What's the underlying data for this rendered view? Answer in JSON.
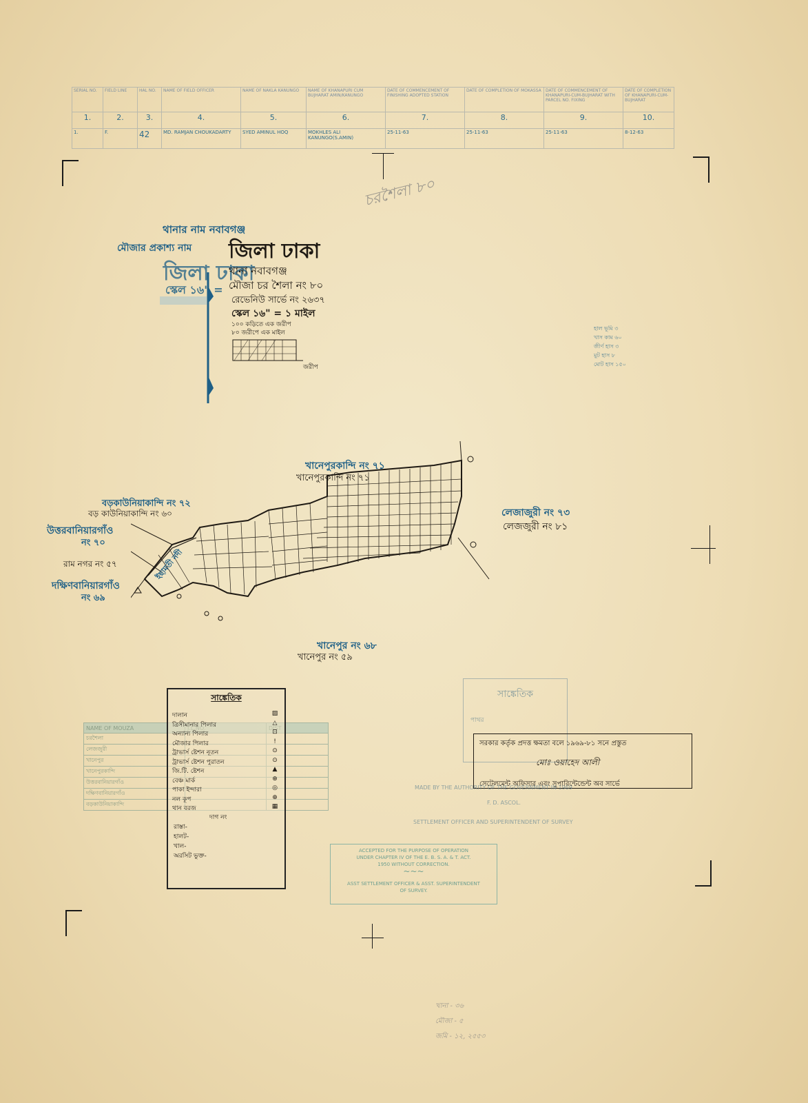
{
  "header_table": {
    "headers": [
      "SERIAL NO.",
      "FIELD LINE",
      "HAL NO.",
      "NAME OF FIELD OFFICER",
      "NAME OF NAKLA KANUNGO",
      "NAME OF KHANAPURI CUM BUJHARAT AMIN/KANUNGO",
      "DATE OF COMMENCEMENT OF FINISHING ADOPTED STATION",
      "DATE OF COMPLETION OF MOKASSA",
      "DATE OF COMMENCEMENT OF KHANAPURI-CUM-BUJHARAT WITH PARCEL NO. FIXING",
      "DATE OF COMPLETION OF KHANAPURI-CUM-BUJHARAT"
    ],
    "numbers": [
      "1.",
      "2.",
      "3.",
      "4.",
      "5.",
      "6.",
      "7.",
      "8.",
      "9.",
      "10."
    ],
    "row1": [
      "1.",
      "F.",
      "42",
      "MD. RAMJAN CHOUKADARTY",
      "SYED AMINUL HOQ",
      "MOKHLES ALI KANUNGO(S.AMIN)",
      "25-11-63",
      "25-11-63",
      "25-11-63",
      "8-12-63"
    ]
  },
  "title_block": {
    "thana_label": "থানার নাম নবাবগঞ্জ",
    "mouza_label": "মৌজার প্রকাশ্য নাম",
    "district": "জিলা ঢাকা",
    "district_faded": "জিলা ঢাকা",
    "thana": "থানা  নবাবগঞ্জ",
    "mouza": "মৌজা  চর শৈলা নং ৮০",
    "revenue_survey": "রেভেনিউ সার্ভে নং ২৬৩৭",
    "scale": "স্কেল ১৬\" = ১ মাইল",
    "scale_faded": "স্কেল ১৬\" =",
    "scale_note1": "১০০ কড়িতে এক জরীপ",
    "scale_note2": "৮০ জরীপে এক মাইল",
    "scale_bar_unit": "জরীপ",
    "pencil_name": "চরশৈলা ৮০"
  },
  "area_notes": [
    "হাল ভূমি ৩",
    "খাস কাম ৬০",
    "জীর্ণ হাস ৩",
    "মুট হাস ৮",
    "মোট হাস ১৫০"
  ],
  "map_labels": {
    "north_blue": "খানেপুরকান্দি নং ৭১",
    "north_black": "খানেপুরকান্দি নং ৭১",
    "nw_blue": "বড়কাউনিয়াকান্দি নং ৭২",
    "nw_black": "বড় কাউনিয়াকান্দি নং ৬০",
    "west1_blue": "উত্তরবানিয়ারগাঁও",
    "west1_num": "নং ৭০",
    "west2_black": "রাম নগর নং ৫৭",
    "sw_blue": "দক্ষিণবানিয়ারগাঁও",
    "sw_num": "নং ৬৯",
    "east_blue": "লেজাজুরী নং ৭৩",
    "east_black": "লেজজুরী নং ৮১",
    "south_blue": "খানেপুর নং ৬৮",
    "south_black": "খানেপুর নং ৫৯",
    "river": "ইছামতী নদী"
  },
  "legend": {
    "title": "সাঙ্কেতিক",
    "rows": [
      {
        "label": "দালান",
        "symbol": "▨"
      },
      {
        "label": "ত্রিসীমানার পিলার",
        "symbol": "△"
      },
      {
        "label": "অন্যান্য পিলার",
        "symbol": "⊡"
      },
      {
        "label": "মৌজার পিলার",
        "symbol": "!"
      },
      {
        "label": "ট্রাভার্স ষ্টেশন নূতন",
        "symbol": "⊙"
      },
      {
        "label": "ট্রাভার্স ষ্টেশন পুরাতন",
        "symbol": "⊙"
      },
      {
        "label": "জি.টি. ষ্টেশন",
        "symbol": "▲"
      },
      {
        "label": "বেঞ্চ মার্ক",
        "symbol": "⊕"
      },
      {
        "label": "পাকা ইন্দারা",
        "symbol": "◎"
      },
      {
        "label": "নল কূপ",
        "symbol": "⊕"
      },
      {
        "label": "থান বরজ",
        "symbol": "▦"
      }
    ],
    "extras": [
      "দাগ নং",
      "রাস্তা-",
      "হালট-",
      "খাল-",
      "অরসিট ভুক্ত-"
    ]
  },
  "mouza_table": {
    "headers": [
      "NAME OF MOUZA",
      "J.L.NO.",
      "DIST"
    ],
    "rows": [
      "চরশৈলা",
      "লেজজুরী",
      "খানেপুর",
      "খানেপুরকান্দি",
      "উত্তরবানিয়ারগাঁও",
      "দক্ষিণবানিয়ারগাঁও",
      "বড়কাউনিয়াকান্দি"
    ]
  },
  "legend2": {
    "title": "সাঙ্কেতিক",
    "row1": "পাথর"
  },
  "stamp": {
    "line1": "সরকার কর্তৃক প্রদত্ত ক্ষমতা বলে ১৯৬৯-৮১ সনে প্রস্তুত",
    "signature": "মোঃ ওয়াহেদ আলী",
    "line3": "সেটেলমেন্ট অফিসার এবং সুপারিন্টেন্ডেন্ট অব সার্ভে"
  },
  "made_by": {
    "line1": "MADE BY THE AUTHORITY OF THE GOVERNMENT IN 1969",
    "line2": "F. D. ASCOL.",
    "line3": "SETTLEMENT OFFICER AND SUPERINTENDENT OF SURVEY"
  },
  "accepted": {
    "line1": "ACCEPTED FOR THE PURPOSE OF OPERATION",
    "line2": "UNDER CHAPTER IV OF THE E. B. S. A. & T. ACT.",
    "line3": "1950 WITHOUT CORRECTION.",
    "line4": "ASST SETTLEMENT OFFICER & ASST. SUPERINTENDENT",
    "line5": "OF SURVEY."
  },
  "pencil_notes_bottom": [
    "খানা - ৩৬",
    "মৌজা - ৫",
    "জমি - ১২, ২৫৫৩"
  ]
}
